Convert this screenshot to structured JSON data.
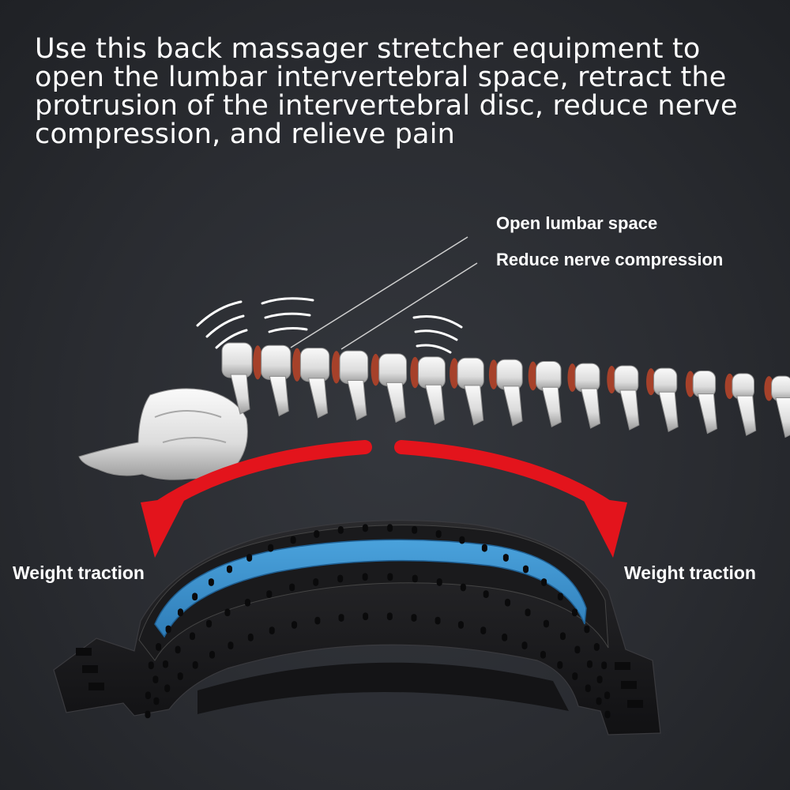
{
  "headline": {
    "line1": "Use this back massager stretcher equipment to",
    "line2": "open the lumbar intervertebral space, retract the",
    "line3": "protrusion of the intervertebral disc, reduce nerve",
    "line4": "compression, and relieve pain"
  },
  "callouts": {
    "open_space": "Open lumbar space",
    "reduce_compression": "Reduce nerve compression"
  },
  "traction": {
    "left": "Weight traction",
    "right": "Weight traction"
  },
  "colors": {
    "background": "#2a2c31",
    "arrow": "#e3141c",
    "pad": "#3a8ec9",
    "disc": "#a6412a",
    "bone": "#e6e6e6",
    "stretcher": "#1c1c1e"
  },
  "icons": [
    "vibration-waves-icon",
    "curved-arrow-left-icon",
    "curved-arrow-right-icon"
  ]
}
